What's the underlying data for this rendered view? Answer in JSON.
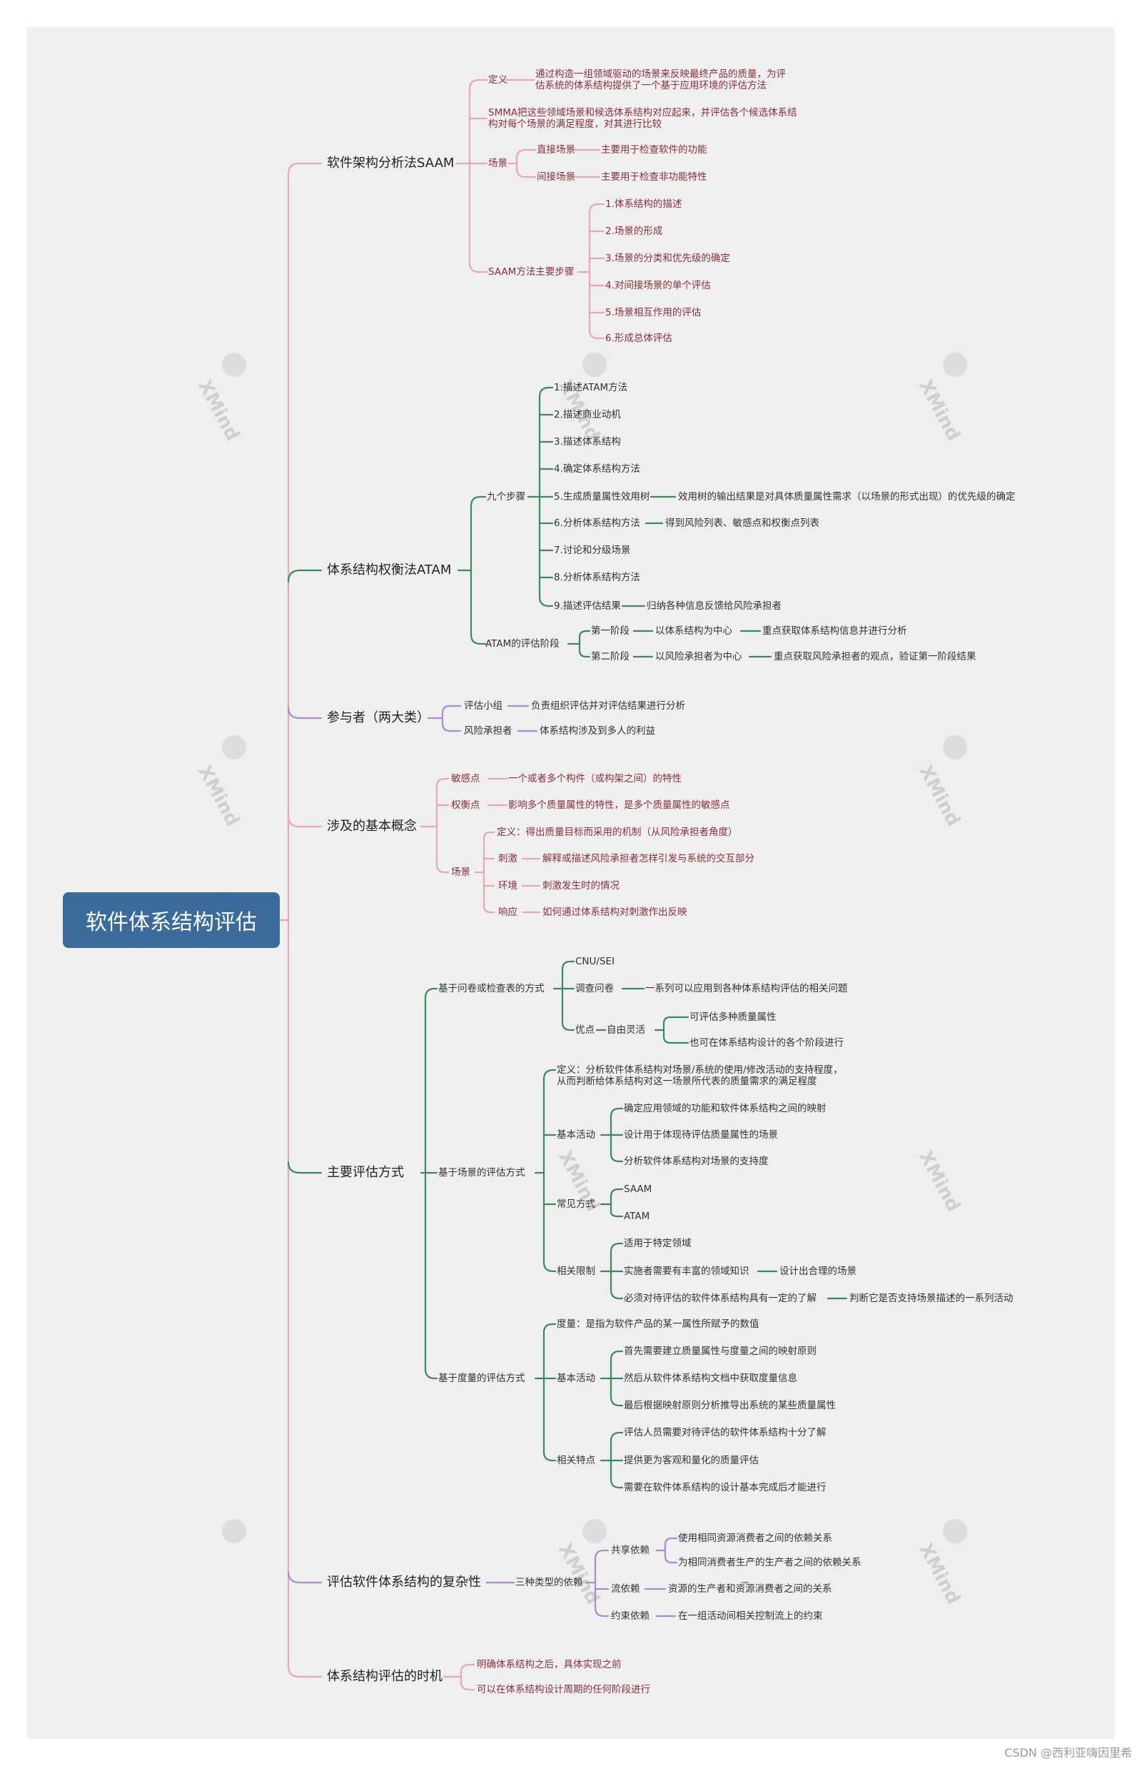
{
  "root": "软件体系结构评估",
  "saam": {
    "title": "软件架构分析法SAAM",
    "def_label": "定义",
    "def_text_1": "通过构造一组领域驱动的场景来反映最终产品的质量，为评",
    "def_text_2": "估系统的体系结构提供了一个基于应用环境的评估方法",
    "smma_1": "SMMA把这些领域场景和候选体系结构对应起来，并评估各个候选体系结",
    "smma_2": "构对每个场景的满足程度，对其进行比较",
    "scene_label": "场景",
    "direct": "直接场景",
    "direct_desc": "主要用于检查软件的功能",
    "indirect": "间接场景",
    "indirect_desc": "主要用于检查非功能特性",
    "steps_label": "SAAM方法主要步骤",
    "steps": [
      "1.体系结构的描述",
      "2.场景的形成",
      "3.场景的分类和优先级的确定",
      "4.对间接场景的单个评估",
      "5.场景相互作用的评估",
      "6.形成总体评估"
    ]
  },
  "atam": {
    "title": "体系结构权衡法ATAM",
    "nine_label": "九个步骤",
    "steps": [
      "1.描述ATAM方法",
      "2.描述商业动机",
      "3.描述体系结构",
      "4.确定体系结构方法",
      "5.生成质量属性效用树",
      "6.分析体系结构方法",
      "7.讨论和分级场景",
      "8.分析体系结构方法",
      "9.描述评估结果"
    ],
    "step5_desc": "效用树的输出结果是对具体质量属性需求（以场景的形式出现）的优先级的确定",
    "step6_desc": "得到风险列表、敏感点和权衡点列表",
    "step9_desc": "归纳各种信息反馈给风险承担者",
    "phase_label": "ATAM的评估阶段",
    "phase1": "第一阶段",
    "phase1_a": "以体系结构为中心",
    "phase1_b": "重点获取体系结构信息并进行分析",
    "phase2": "第二阶段",
    "phase2_a": "以风险承担者为中心",
    "phase2_b": "重点获取风险承担者的观点，验证第一阶段结果"
  },
  "participants": {
    "title": "参与者（两大类）",
    "team": "评估小组",
    "team_desc": "负责组织评估并对评估结果进行分析",
    "stake": "风险承担者",
    "stake_desc": "体系结构涉及到多人的利益"
  },
  "concepts": {
    "title": "涉及的基本概念",
    "sens": "敏感点",
    "sens_desc": "一个或者多个构件（或构架之间）的特性",
    "trade": "权衡点",
    "trade_desc": "影响多个质量属性的特性，是多个质量属性的敏感点",
    "scene": "场景",
    "scene_def": "定义：得出质量目标而采用的机制（从风险承担者角度）",
    "stim": "刺激",
    "stim_desc": "解释或描述风险承担者怎样引发与系统的交互部分",
    "env": "环境",
    "env_desc": "刺激发生时的情况",
    "resp": "响应",
    "resp_desc": "如何通过体系结构对刺激作出反映"
  },
  "methods": {
    "title": "主要评估方式",
    "q_label": "基于问卷或检查表的方式",
    "q_cnu": "CNU/SEI",
    "q_survey": "调查问卷",
    "q_survey_desc": "一系列可以应用到各种体系结构评估的相关问题",
    "q_adv": "优点",
    "q_flex": "自由灵活",
    "q_flex_1": "可评估多种质量属性",
    "q_flex_2": "也可在体系结构设计的各个阶段进行",
    "s_label": "基于场景的评估方式",
    "s_def_1": "定义：分析软件体系结构对场景/系统的使用/修改活动的支持程度，",
    "s_def_2": "从而判断给体系结构对这一场景所代表的质量需求的满足程度",
    "s_basic": "基本活动",
    "s_basic_items": [
      "确定应用领域的功能和软件体系结构之间的映射",
      "设计用于体现待评估质量属性的场景",
      "分析软件体系结构对场景的支持度"
    ],
    "s_common": "常见方式",
    "s_common_items": [
      "SAAM",
      "ATAM"
    ],
    "s_limit": "相关限制",
    "s_limit_items": [
      "适用于特定领域",
      "实施者需要有丰富的领域知识",
      "必须对待评估的软件体系结构具有一定的了解"
    ],
    "s_limit_2_desc": "设计出合理的场景",
    "s_limit_3_desc": "判断它是否支持场景描述的一系列活动",
    "m_label": "基于度量的评估方式",
    "m_def": "度量：是指为软件产品的某一属性所赋予的数值",
    "m_basic": "基本活动",
    "m_basic_items": [
      "首先需要建立质量属性与度量之间的映射原则",
      "然后从软件体系结构文档中获取度量信息",
      "最后根据映射原则分析推导出系统的某些质量属性"
    ],
    "m_feat": "相关特点",
    "m_feat_items": [
      "评估人员需要对待评估的软件体系结构十分了解",
      "提供更为客观和量化的质量评估",
      "需要在软件体系结构的设计基本完成后才能进行"
    ]
  },
  "complexity": {
    "title": "评估软件体系结构的复杂性",
    "three": "三种类型的依赖",
    "share": "共享依赖",
    "share_1": "使用相同资源消费者之间的依赖关系",
    "share_2": "为相同消费者生产的生产者之间的依赖关系",
    "flow": "流依赖",
    "flow_desc": "资源的生产者和资源消费者之间的关系",
    "cons": "约束依赖",
    "cons_desc": "在一组活动间相关控制流上的约束"
  },
  "timing": {
    "title": "体系结构评估的时机",
    "t1": "明确体系结构之后，具体实现之前",
    "t2": "可以在体系结构设计周期的任何阶段进行"
  },
  "watermark": "XMind",
  "footer": "CSDN @西利亚嗨因里希",
  "colors": {
    "pink": "#e8a7b3",
    "green": "#3c8a5b",
    "purple": "#a98ad3",
    "root": "#3a6b9a"
  }
}
